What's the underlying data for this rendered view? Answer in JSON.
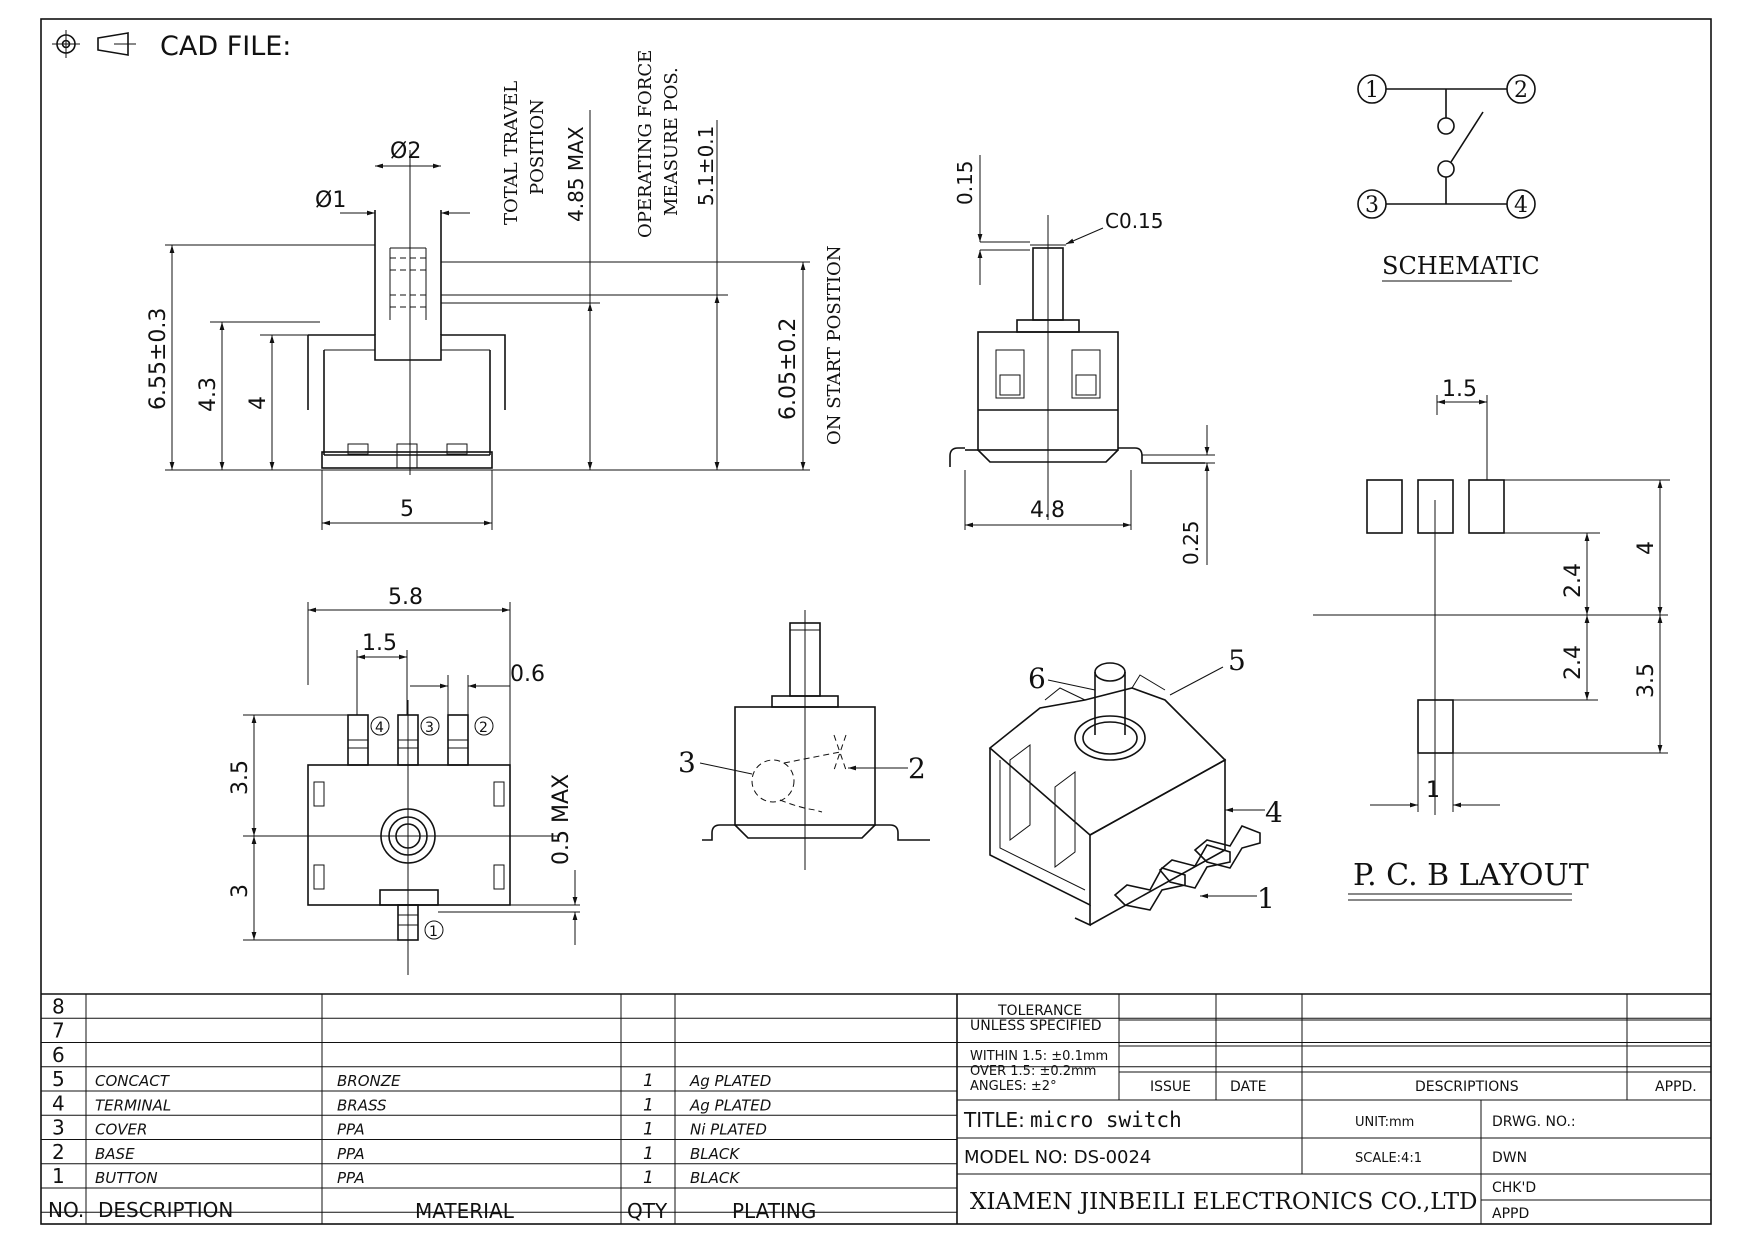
{
  "header": {
    "cad_label": "CAD FILE:"
  },
  "top_view": {
    "dia2": "Ø2",
    "dia1": "Ø1",
    "total_travel_1": "TOTAL TRAVEL",
    "total_travel_2": "POSITION",
    "total_travel_val": "4.85  MAX",
    "op_force_1": "OPERATING FORCE",
    "op_force_2": "MEASURE POS.",
    "op_force_val": "5.1±0.1",
    "on_start": "ON START POSITION",
    "h_655": "6.55±0.3",
    "h_43": "4.3",
    "h_4": "4",
    "h_605": "6.05±0.2",
    "w_5": "5"
  },
  "side_view": {
    "d_015": "0.15",
    "chamfer": "C0.15",
    "w_48": "4.8",
    "d_025": "0.25"
  },
  "schematic": {
    "p1": "1",
    "p2": "2",
    "p3": "3",
    "p4": "4",
    "title": "SCHEMATIC"
  },
  "bottom_view": {
    "w_58": "5.8",
    "w_15": "1.5",
    "w_06": "0.6",
    "h_35": "3.5",
    "h_3": "3",
    "h_05": "0.5  MAX",
    "pin4": "4",
    "pin3": "3",
    "pin2": "2",
    "pin1": "1"
  },
  "section_view": {
    "c3": "3",
    "c2": "2"
  },
  "iso_view": {
    "c6": "6",
    "c5": "5",
    "c4": "4",
    "c1": "1"
  },
  "pcb": {
    "w_15": "1.5",
    "w_1": "1",
    "h_4": "4",
    "h_24a": "2.4",
    "h_24b": "2.4",
    "h_35": "3.5",
    "title": "P. C. B  LAYOUT"
  },
  "bom": {
    "rows": [
      {
        "no": "8",
        "desc": "",
        "material": "",
        "qty": "",
        "plating": ""
      },
      {
        "no": "7",
        "desc": "",
        "material": "",
        "qty": "",
        "plating": ""
      },
      {
        "no": "6",
        "desc": "",
        "material": "",
        "qty": "",
        "plating": ""
      },
      {
        "no": "5",
        "desc": "CONCACT",
        "material": "BRONZE",
        "qty": "1",
        "plating": "Ag PLATED"
      },
      {
        "no": "4",
        "desc": "TERMINAL",
        "material": "BRASS",
        "qty": "1",
        "plating": "Ag PLATED"
      },
      {
        "no": "3",
        "desc": "COVER",
        "material": "PPA",
        "qty": "1",
        "plating": "Ni PLATED"
      },
      {
        "no": "2",
        "desc": "BASE",
        "material": "PPA",
        "qty": "1",
        "plating": "BLACK"
      },
      {
        "no": "1",
        "desc": "BUTTON",
        "material": "PPA",
        "qty": "1",
        "plating": "BLACK"
      }
    ],
    "headers": {
      "no": "NO.",
      "desc": "DESCRIPTION",
      "material": "MATERIAL",
      "qty": "QTY",
      "plating": "PLATING"
    }
  },
  "title_block": {
    "tol_1": "TOLERANCE",
    "tol_2": "UNLESS SPECIFIED",
    "within": "WITHIN 1.5: ±0.1mm",
    "over": "OVER 1.5:  ±0.2mm",
    "angles": "ANGLES: ±2°",
    "issue": "ISSUE",
    "date": "DATE",
    "descriptions": "DESCRIPTIONS",
    "appd": "APPD.",
    "title_label": "TITLE:",
    "title_value": "micro switch",
    "unit": "UNIT:mm",
    "drwg_no": "DRWG. NO.:",
    "model": "MODEL NO: DS-0024",
    "scale": "SCALE:4:1",
    "dwn": "DWN",
    "chkd": "CHK'D",
    "appd2": "APPD",
    "company": "XIAMEN JINBEILI ELECTRONICS CO.,LTD"
  }
}
